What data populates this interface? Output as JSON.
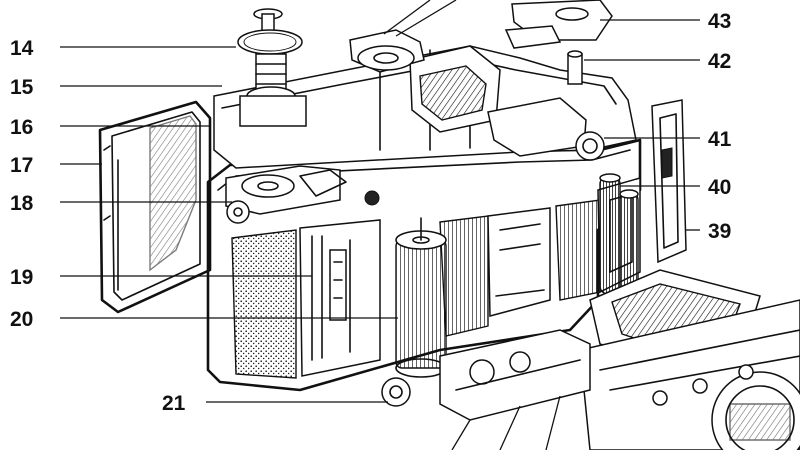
{
  "illustration": {
    "subject": "camera-cutaway",
    "ink_color": "#111111",
    "paper_color": "#ffffff"
  },
  "callouts": [
    {
      "id": "c14",
      "label": "14",
      "side": "left"
    },
    {
      "id": "c15",
      "label": "15",
      "side": "left"
    },
    {
      "id": "c16",
      "label": "16",
      "side": "left"
    },
    {
      "id": "c17",
      "label": "17",
      "side": "left"
    },
    {
      "id": "c18",
      "label": "18",
      "side": "left"
    },
    {
      "id": "c19",
      "label": "19",
      "side": "left"
    },
    {
      "id": "c20",
      "label": "20",
      "side": "left"
    },
    {
      "id": "c21",
      "label": "21",
      "side": "left"
    },
    {
      "id": "c43",
      "label": "43",
      "side": "right"
    },
    {
      "id": "c42",
      "label": "42",
      "side": "right"
    },
    {
      "id": "c41",
      "label": "41",
      "side": "right"
    },
    {
      "id": "c40",
      "label": "40",
      "side": "right"
    },
    {
      "id": "c39",
      "label": "39",
      "side": "right"
    }
  ]
}
